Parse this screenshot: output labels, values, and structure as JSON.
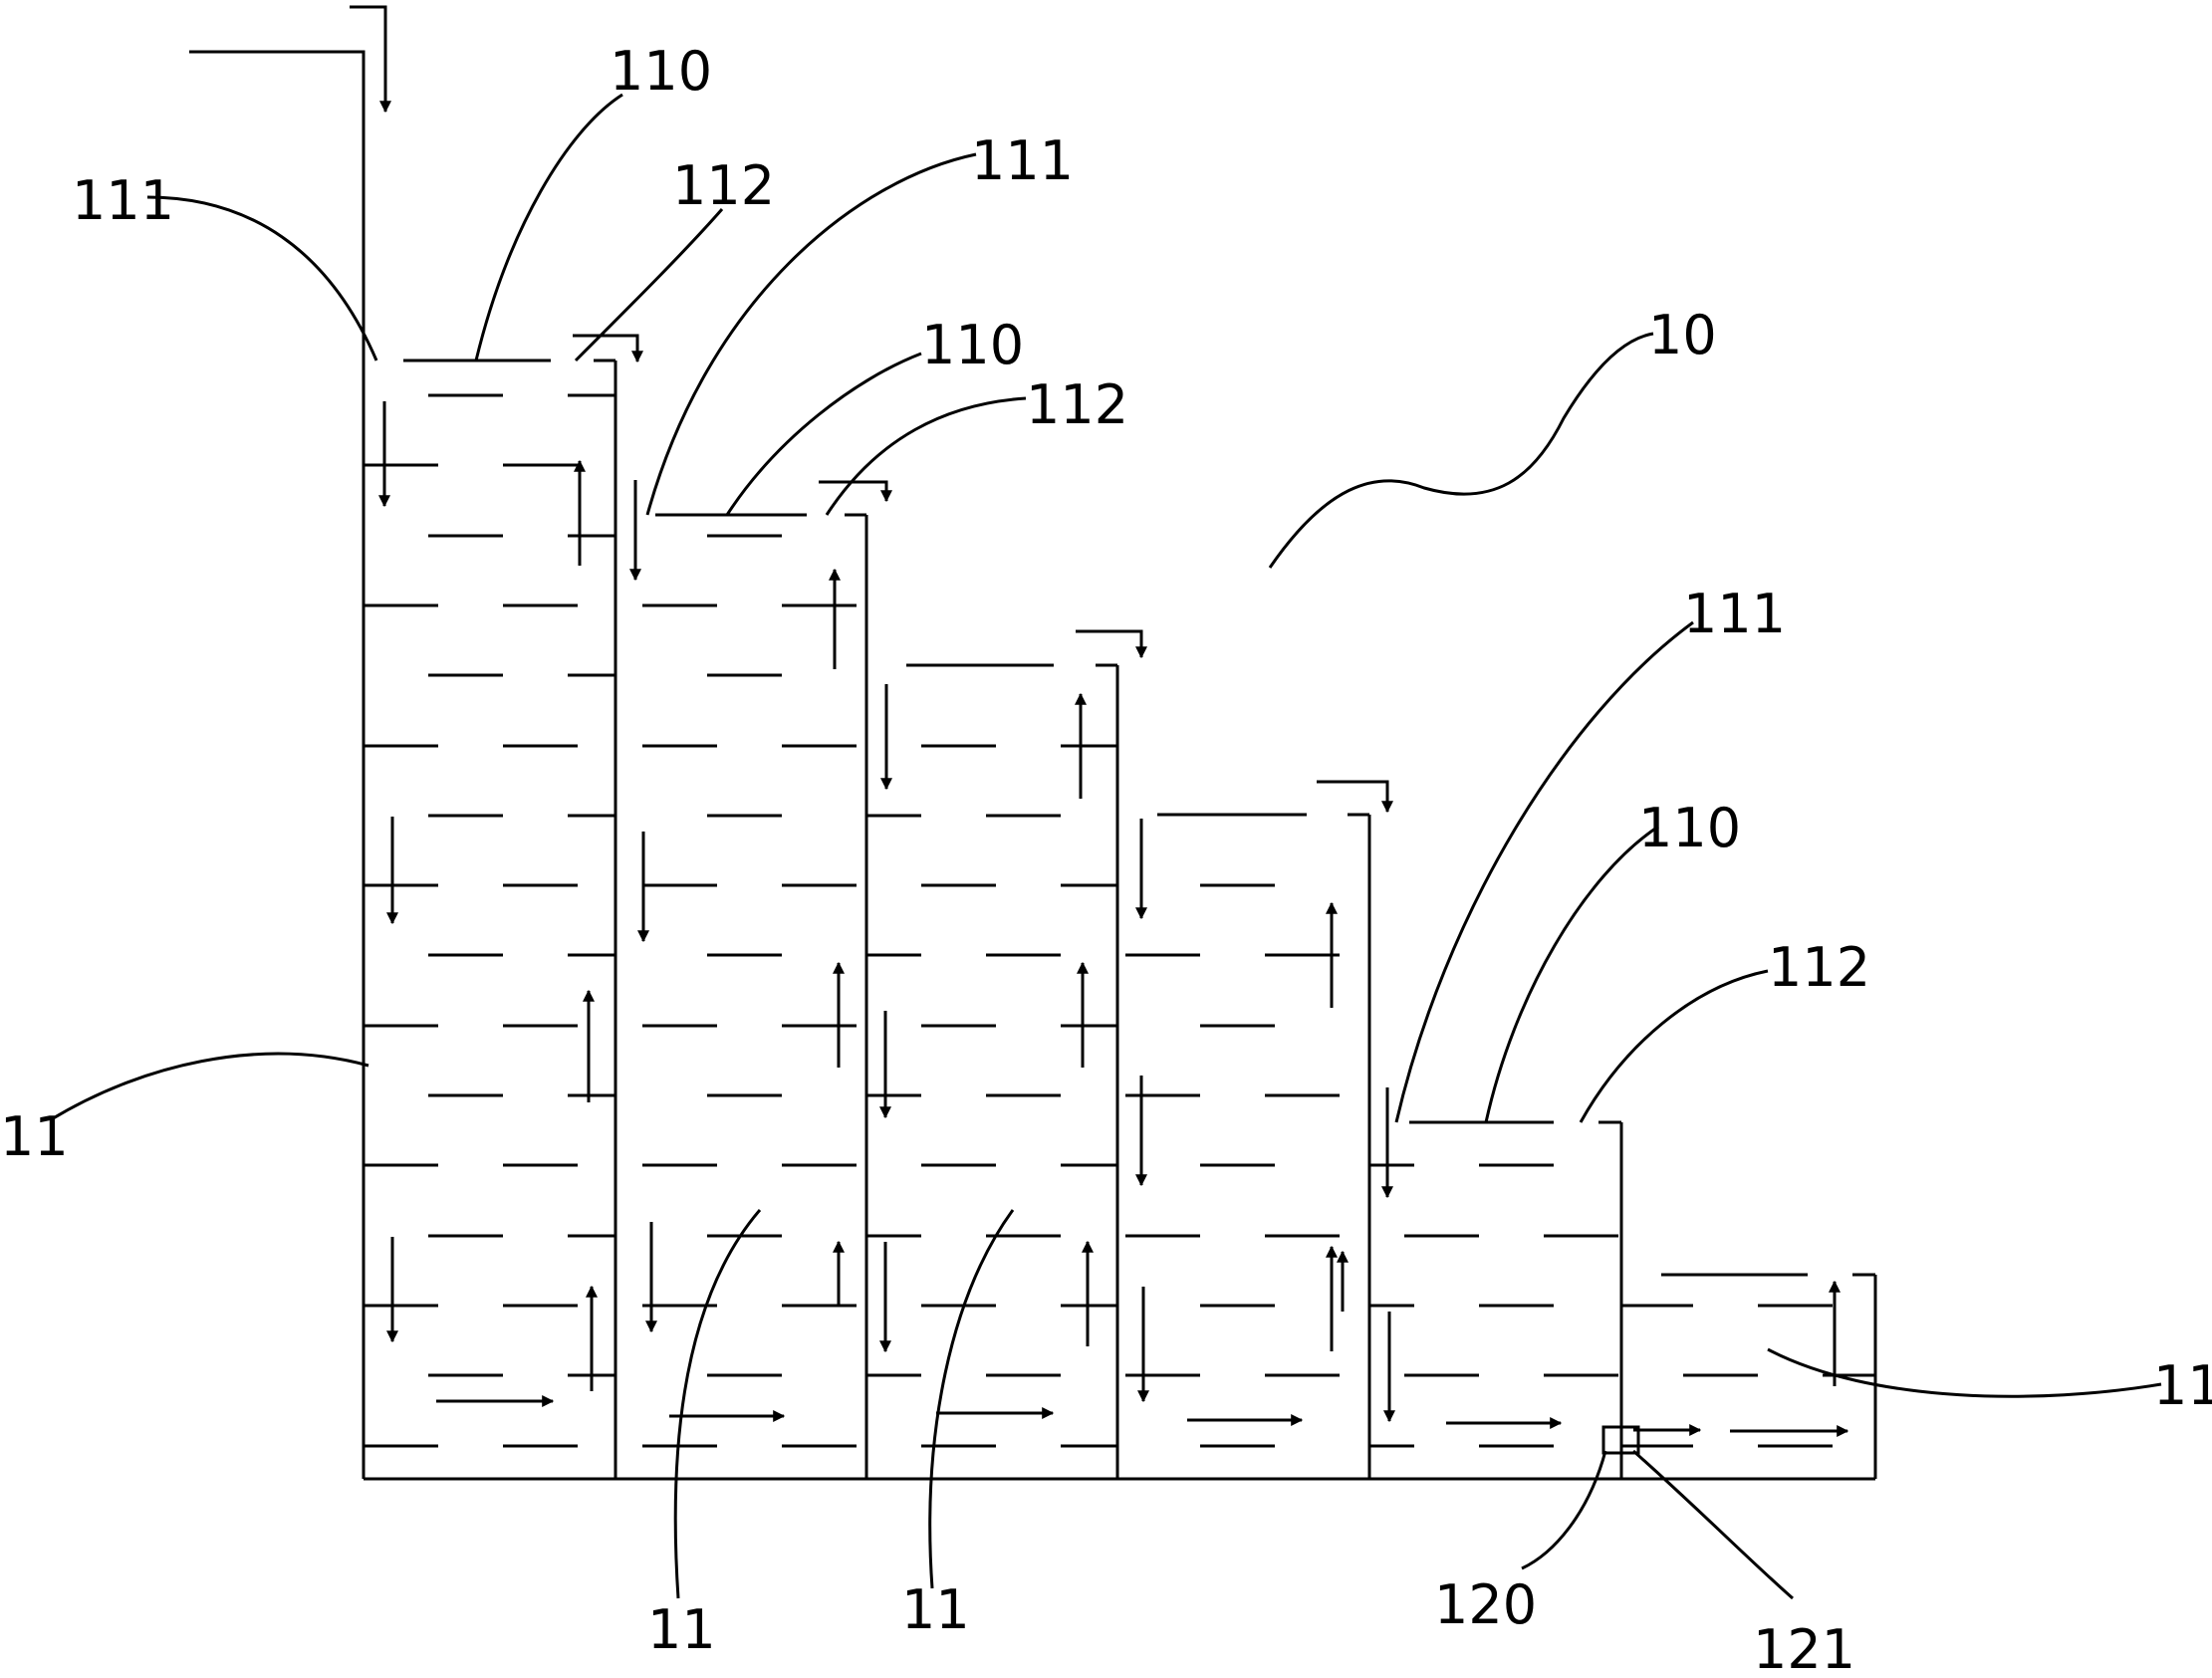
{
  "colors": {
    "line": "#000000",
    "background": "#ffffff"
  },
  "labels": {
    "ref_10": "10",
    "ref_11": "11",
    "ref_110": "110",
    "ref_111": "111",
    "ref_112": "112",
    "ref_120": "120",
    "ref_121": "121"
  }
}
